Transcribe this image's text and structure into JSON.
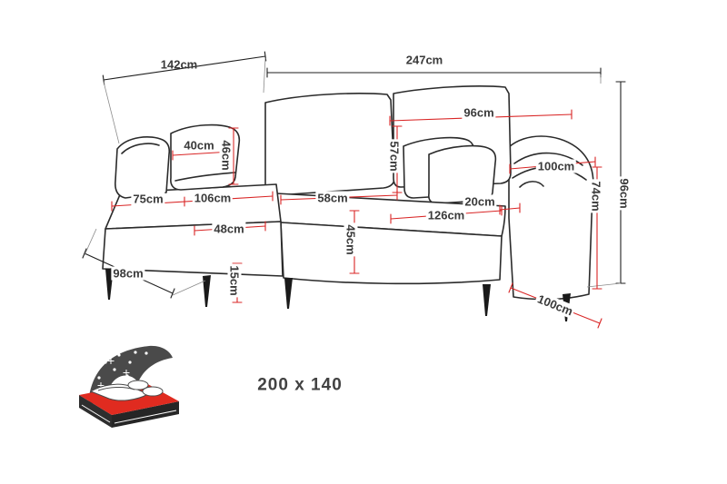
{
  "diagram_title": "corner-sofa-dimension-diagram",
  "colors": {
    "dimension_red": "#d92525",
    "outline_dark": "#2b2b2b",
    "label_text": "#3a3a3a",
    "icon_red": "#e02b20",
    "icon_dark": "#4a4a4a"
  },
  "measurements": {
    "chaise_length_outer": "142cm",
    "total_width": "247cm",
    "back_cushion_width": "96cm",
    "pillow_width": "40cm",
    "pillow_height": "46cm",
    "back_cushion_height": "57cm",
    "armrest_length": "100cm",
    "total_height": "96cm",
    "armrest_height": "74cm",
    "chaise_seat_width": "75cm",
    "chaise_seat_length": "106cm",
    "seat_depth": "58cm",
    "seat_width": "126cm",
    "armrest_width": "20cm",
    "chaise_front_width": "48cm",
    "seat_height": "45cm",
    "chaise_depth": "98cm",
    "leg_height": "15cm",
    "sofa_depth": "100cm"
  },
  "bed": {
    "size_label": "200 x 140"
  }
}
